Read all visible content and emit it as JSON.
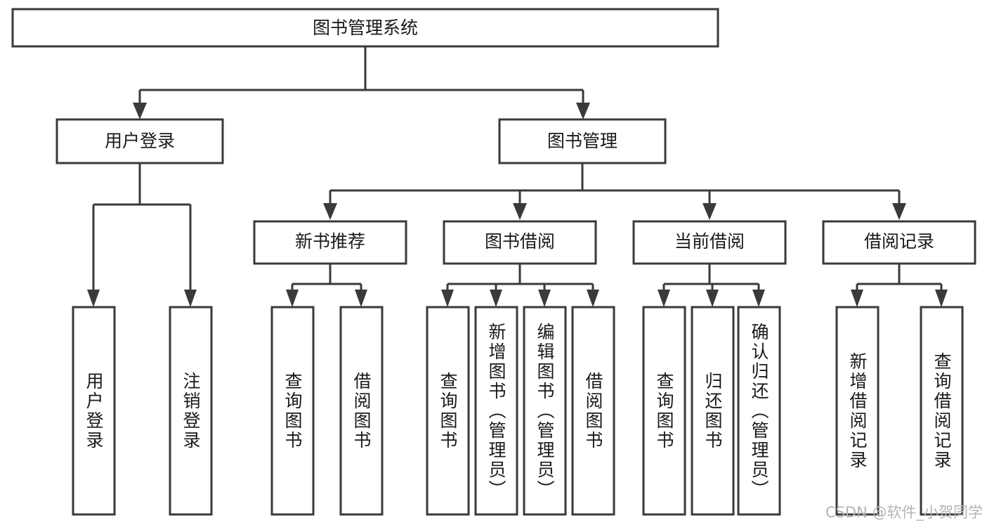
{
  "diagram": {
    "title": "图书管理系统",
    "type": "tree-hierarchy",
    "orientation": "top-down",
    "colors": {
      "box_stroke": "#3a3a3a",
      "box_fill": "#ffffff",
      "connector": "#3a3a3a",
      "text": "#1a1a1a",
      "watermark": "#b4b4b4",
      "background": "#ffffff"
    },
    "root": {
      "label": "图书管理系统"
    },
    "level2": [
      {
        "id": "user-login",
        "label": "用户登录"
      },
      {
        "id": "book-management",
        "label": "图书管理"
      }
    ],
    "level3": [
      {
        "id": "new-book-recommend",
        "label": "新书推荐",
        "parent": "book-management"
      },
      {
        "id": "book-borrow",
        "label": "图书借阅",
        "parent": "book-management"
      },
      {
        "id": "current-borrow",
        "label": "当前借阅",
        "parent": "book-management"
      },
      {
        "id": "borrow-record",
        "label": "借阅记录",
        "parent": "book-management"
      }
    ],
    "leaves": [
      {
        "id": "leaf-user-login",
        "label": "用户登录",
        "parent": "user-login"
      },
      {
        "id": "leaf-logout-login",
        "label": "注销登录",
        "parent": "user-login"
      },
      {
        "id": "leaf-query-book-1",
        "label": "查询图书",
        "parent": "new-book-recommend"
      },
      {
        "id": "leaf-borrow-book-1",
        "label": "借阅图书",
        "parent": "new-book-recommend"
      },
      {
        "id": "leaf-query-book-2",
        "label": "查询图书",
        "parent": "book-borrow"
      },
      {
        "id": "leaf-add-book-admin",
        "label": "新增图书（管理员）",
        "parent": "book-borrow"
      },
      {
        "id": "leaf-edit-book-admin",
        "label": "编辑图书（管理员）",
        "parent": "book-borrow"
      },
      {
        "id": "leaf-borrow-book-2",
        "label": "借阅图书",
        "parent": "book-borrow"
      },
      {
        "id": "leaf-query-book-3",
        "label": "查询图书",
        "parent": "current-borrow"
      },
      {
        "id": "leaf-return-book",
        "label": "归还图书",
        "parent": "current-borrow"
      },
      {
        "id": "leaf-confirm-return-admin",
        "label": "确认归还（管理员）",
        "parent": "current-borrow"
      },
      {
        "id": "leaf-add-borrow-record",
        "label": "新增借阅记录",
        "parent": "borrow-record"
      },
      {
        "id": "leaf-query-borrow-record",
        "label": "查询借阅记录",
        "parent": "borrow-record"
      }
    ],
    "watermark": "CSDN @软件_小贺同学"
  }
}
